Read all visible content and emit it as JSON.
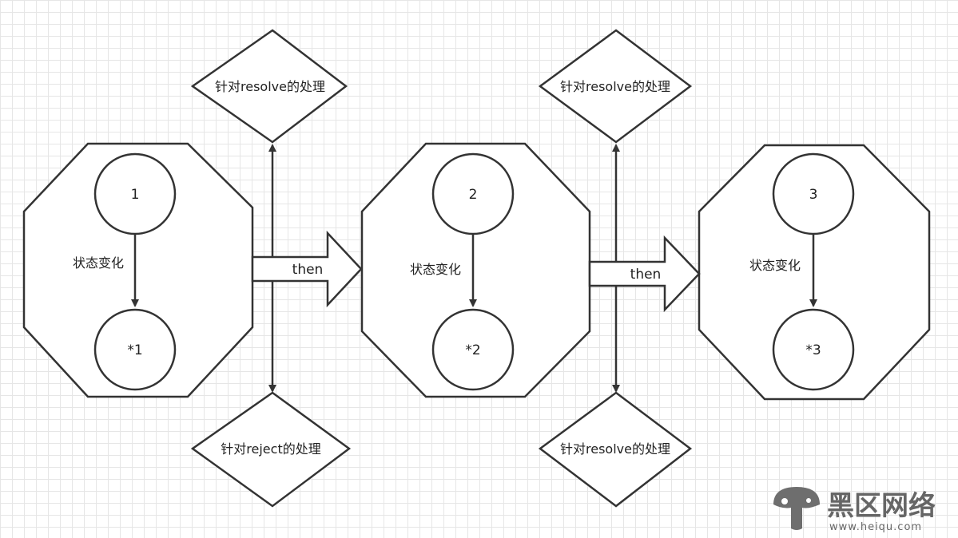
{
  "stages": [
    {
      "start": "1",
      "end": "*1",
      "transition": "状态变化"
    },
    {
      "start": "2",
      "end": "*2",
      "transition": "状态变化"
    },
    {
      "start": "3",
      "end": "*3",
      "transition": "状态变化"
    }
  ],
  "then_arrows": [
    {
      "label": "then"
    },
    {
      "label": "then"
    }
  ],
  "handlers": [
    {
      "label": "针对resolve的处理"
    },
    {
      "label": "针对reject的处理"
    },
    {
      "label": "针对resolve的处理"
    },
    {
      "label": "针对resolve的处理"
    }
  ],
  "watermark": {
    "brand": "黑区网络",
    "url": "www.heiqu.com"
  },
  "colors": {
    "stroke": "#333333",
    "grid": "#e6e6e6",
    "watermark": "#666666"
  }
}
